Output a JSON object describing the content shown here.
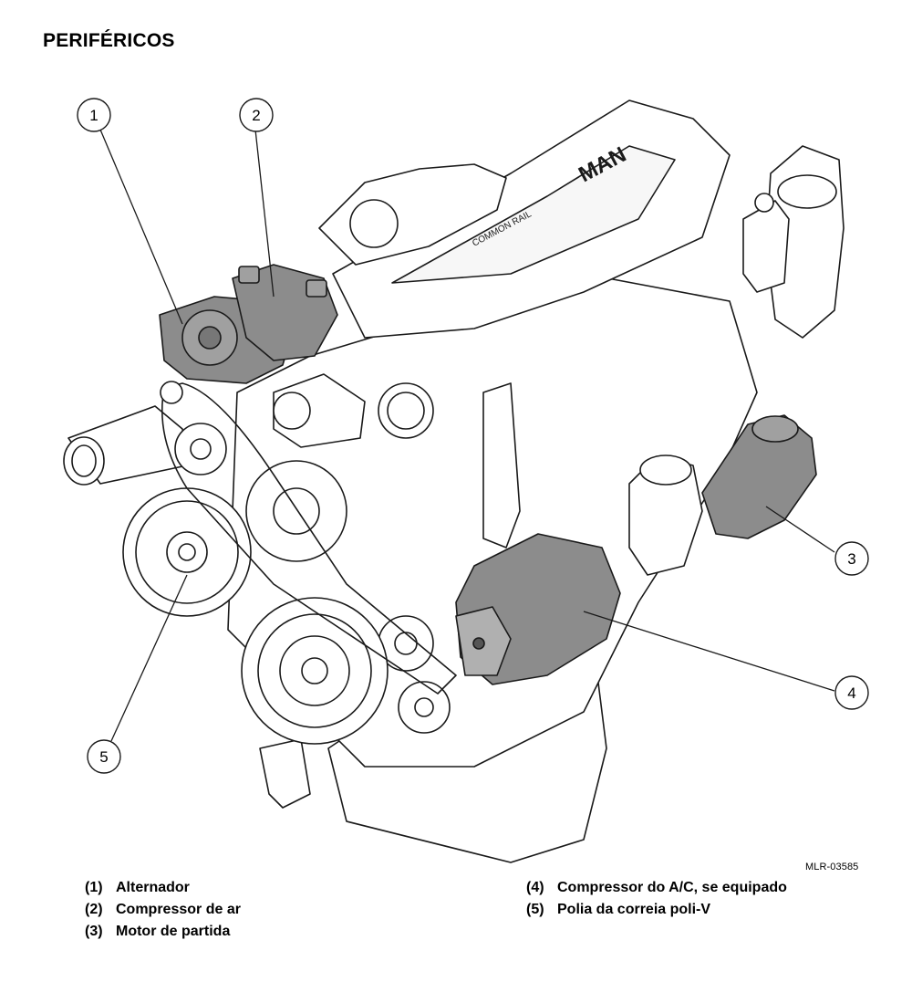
{
  "title": "PERIFÉRICOS",
  "figure_ref": "MLR-03585",
  "engine_labels": {
    "brand": "MAN",
    "rail": "COMMON RAIL"
  },
  "callouts": [
    "1",
    "2",
    "3",
    "4",
    "5"
  ],
  "legend": [
    {
      "num": "(1)",
      "label": "Alternador"
    },
    {
      "num": "(2)",
      "label": "Compressor de ar"
    },
    {
      "num": "(3)",
      "label": "Motor de partida"
    },
    {
      "num": "(4)",
      "label": "Compressor do A/C, se equipado"
    },
    {
      "num": "(5)",
      "label": "Polia da correia poli-V"
    }
  ],
  "colors": {
    "line": "#1a1a1a",
    "highlight": "#8c8c8c",
    "background": "#ffffff"
  }
}
